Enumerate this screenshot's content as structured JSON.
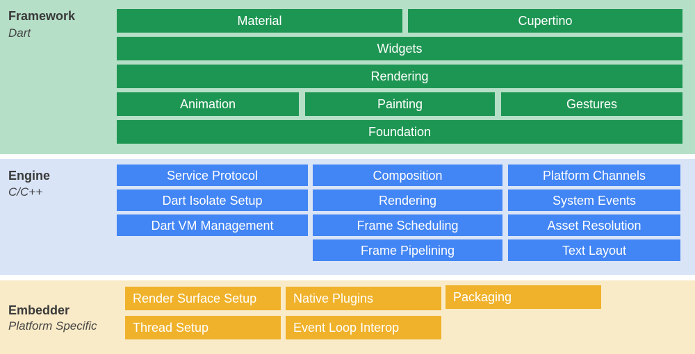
{
  "colors": {
    "framework_bg": "#b6dfc7",
    "framework_box": "#1e9653",
    "engine_bg": "#d9e4f7",
    "engine_box": "#4285f4",
    "embedder_bg": "#faebc8",
    "embedder_box": "#f0b22a"
  },
  "framework": {
    "title": "Framework",
    "subtitle": "Dart",
    "boxes": [
      "Material",
      "Cupertino",
      "Widgets",
      "Rendering",
      "Animation",
      "Painting",
      "Gestures",
      "Foundation"
    ]
  },
  "engine": {
    "title": "Engine",
    "subtitle": "C/C++",
    "boxes": [
      "Service Protocol",
      "Dart Isolate Setup",
      "Dart VM Management",
      "Composition",
      "Rendering",
      "Frame Scheduling",
      "Frame Pipelining",
      "Platform Channels",
      "System Events",
      "Asset Resolution",
      "Text Layout"
    ]
  },
  "embedder": {
    "title": "Embedder",
    "subtitle": "Platform Specific",
    "boxes": [
      "Render Surface Setup",
      "Native Plugins",
      "Packaging",
      "Thread Setup",
      "Event Loop Interop"
    ]
  }
}
